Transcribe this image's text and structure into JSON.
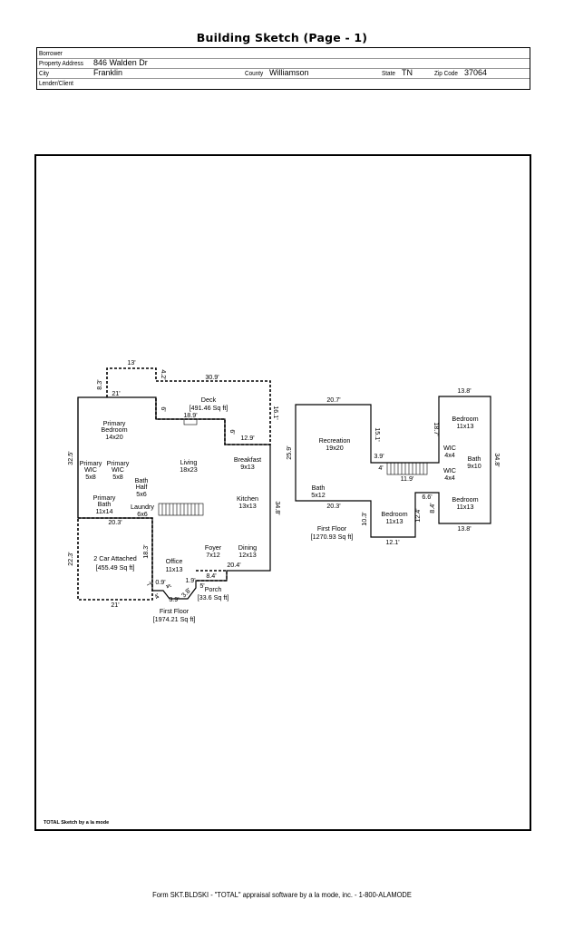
{
  "title": "Building Sketch (Page - 1)",
  "header": {
    "borrower_label": "Borrower",
    "borrower_value": "",
    "address_label": "Property Address",
    "address_value": "846 Walden Dr",
    "city_label": "City",
    "city_value": "Franklin",
    "county_label": "County",
    "county_value": "Williamson",
    "state_label": "State",
    "state_value": "TN",
    "zip_label": "Zip Code",
    "zip_value": "37064",
    "lender_label": "Lender/Client",
    "lender_value": ""
  },
  "sketch": {
    "rooms": {
      "deck_name": "Deck",
      "deck_area": "[491.46 Sq ft]",
      "primary_bedroom_1": "Primary",
      "primary_bedroom_2": "Bedroom",
      "primary_bedroom_3": "14x20",
      "primary_wic_a_1": "Primary",
      "primary_wic_a_2": "WIC",
      "primary_wic_a_3": "5x8",
      "primary_wic_b_1": "Primary",
      "primary_wic_b_2": "WIC",
      "primary_wic_b_3": "5x8",
      "living_1": "Living",
      "living_2": "18x23",
      "breakfast_1": "Breakfast",
      "breakfast_2": "9x13",
      "bath_half_1": "Bath",
      "bath_half_2": "Half",
      "bath_half_3": "5x6",
      "primary_bath_1": "Primary",
      "primary_bath_2": "Bath",
      "primary_bath_3": "11x14",
      "laundry_1": "Laundry",
      "laundry_2": "6x6",
      "kitchen_1": "Kitchen",
      "kitchen_2": "13x13",
      "garage_1": "2 Car Attached",
      "garage_2": "[455.49 Sq ft]",
      "foyer_1": "Foyer",
      "foyer_2": "7x12",
      "dining_1": "Dining",
      "dining_2": "12x13",
      "office_1": "Office",
      "office_2": "11x13",
      "porch_1": "Porch",
      "porch_2": "[33.6 Sq ft]",
      "floor1_1": "First Floor",
      "floor1_2": "[1974.21 Sq ft]",
      "recreation_1": "Recreation",
      "recreation_2": "19x20",
      "bath2_1": "Bath",
      "bath2_2": "5x12",
      "bedroom_a_1": "Bedroom",
      "bedroom_a_2": "11x13",
      "bedroom_b_1": "Bedroom",
      "bedroom_b_2": "11x13",
      "bedroom_c_1": "Bedroom",
      "bedroom_c_2": "11x13",
      "wic_a_1": "WIC",
      "wic_a_2": "4x4",
      "wic_b_1": "WIC",
      "wic_b_2": "4x4",
      "bath3_1": "Bath",
      "bath3_2": "9x10",
      "floor2_1": "First Floor",
      "floor2_2": "[1270.93 Sq ft]"
    },
    "dims": {
      "d13": "13'",
      "d83": "8.3'",
      "d42": "4.2'",
      "d309": "30.9'",
      "d21a": "21'",
      "d161": "16.1'",
      "d189": "18.9'",
      "d6a": "6'",
      "d6b": "6'",
      "d129": "12.9'",
      "d325": "32.5'",
      "d203a": "20.3'",
      "d348a": "34.8'",
      "d223": "22.3'",
      "d183": "18.3'",
      "d204": "20.4'",
      "d84a": "8.4'",
      "d19": "1.9'",
      "d09": "0.9'",
      "d7": "7'",
      "d4a": "4'",
      "d38": "3.8'",
      "d39a": "3.9'",
      "d21b": "21'",
      "d4b": "4'",
      "d207": "20.7'",
      "d151": "15.1'",
      "d259": "25.9'",
      "d39b": "3.9'",
      "d4c": "4'",
      "d119": "11.9'",
      "d203b": "20.3'",
      "d103": "10.3'",
      "d121": "12.1'",
      "d124": "12.4'",
      "d66": "6.6'",
      "d84b": "8.4'",
      "d138a": "13.8'",
      "d187": "18.7'",
      "d348b": "34.8'",
      "d138b": "13.8'",
      "d5": "5'"
    }
  },
  "credit": "TOTAL Sketch by a la mode",
  "footer": "Form SKT.BLDSKI - \"TOTAL\" appraisal software by a la mode, inc. - 1-800-ALAMODE"
}
